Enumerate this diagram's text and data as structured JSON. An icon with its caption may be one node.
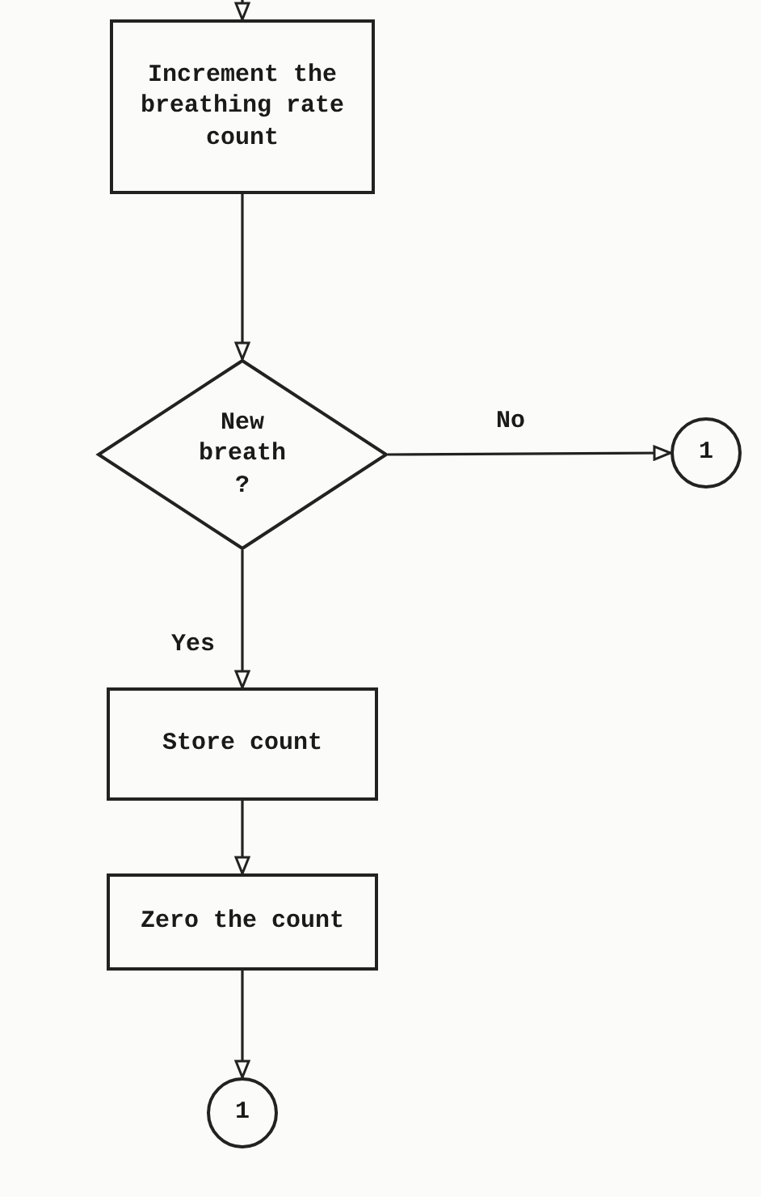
{
  "diagram": {
    "nodes": [
      {
        "text": [
          "Increment the breathing rate count"
        ]
      },
      {
        "text": [
          "New breath ?"
        ]
      },
      {
        "text": [
          "1"
        ]
      },
      {
        "text": [
          "Store count"
        ]
      },
      {
        "text": [
          "Zero the count"
        ]
      },
      {
        "text": [
          "1"
        ]
      }
    ],
    "edges": [
      {
        "from": null,
        "to": 0,
        "arrow": "to"
      },
      {
        "from": 0,
        "to": 1,
        "arrow": "to"
      },
      {
        "from": 1,
        "to": 2,
        "arrow": "to",
        "label": "No"
      },
      {
        "from": 1,
        "to": 3,
        "arrow": "to",
        "label": "Yes"
      },
      {
        "from": 3,
        "to": 4,
        "arrow": "to"
      },
      {
        "from": 4,
        "to": 5,
        "arrow": "to"
      }
    ]
  }
}
